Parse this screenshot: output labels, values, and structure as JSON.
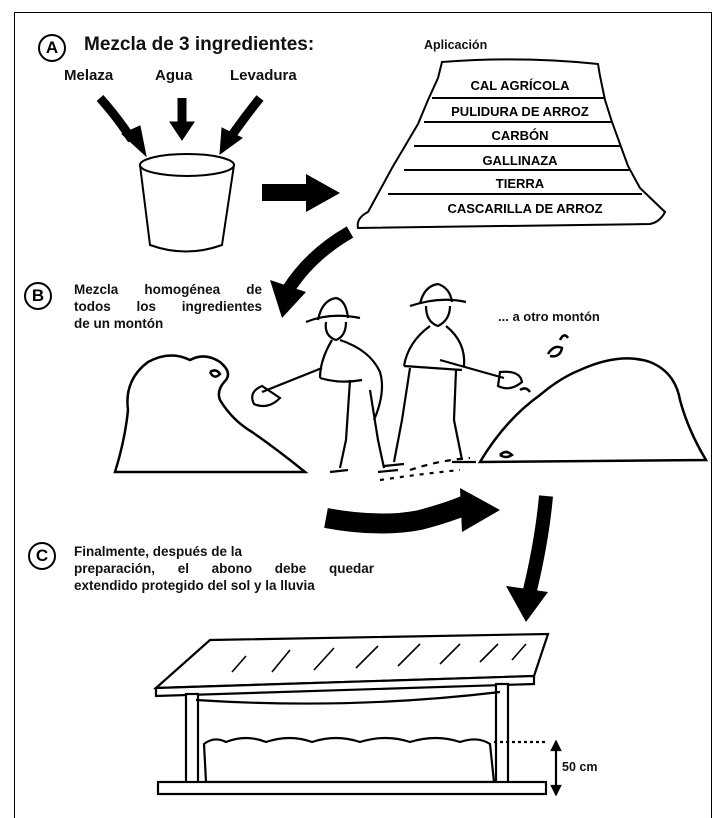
{
  "section_a": {
    "marker": "A",
    "title": "Mezcla de 3 ingredientes:",
    "ingredients": [
      "Melaza",
      "Agua",
      "Levadura"
    ],
    "application_label": "Aplicación",
    "layers": [
      "CAL AGRÍCOLA",
      "PULIDURA DE ARROZ",
      "CARBÓN",
      "GALLINAZA",
      "TIERRA",
      "CASCARILLA DE ARROZ"
    ]
  },
  "section_b": {
    "marker": "B",
    "lines": [
      "Mezcla homogénea de",
      "todos los ingredientes",
      "de un montón"
    ],
    "other_pile": "... a otro montón"
  },
  "section_c": {
    "marker": "C",
    "lines": [
      "Finalmente, después de la",
      "preparación, el abono debe quedar",
      "extendido protegido del sol y la lluvia"
    ],
    "height_label": "50 cm"
  }
}
